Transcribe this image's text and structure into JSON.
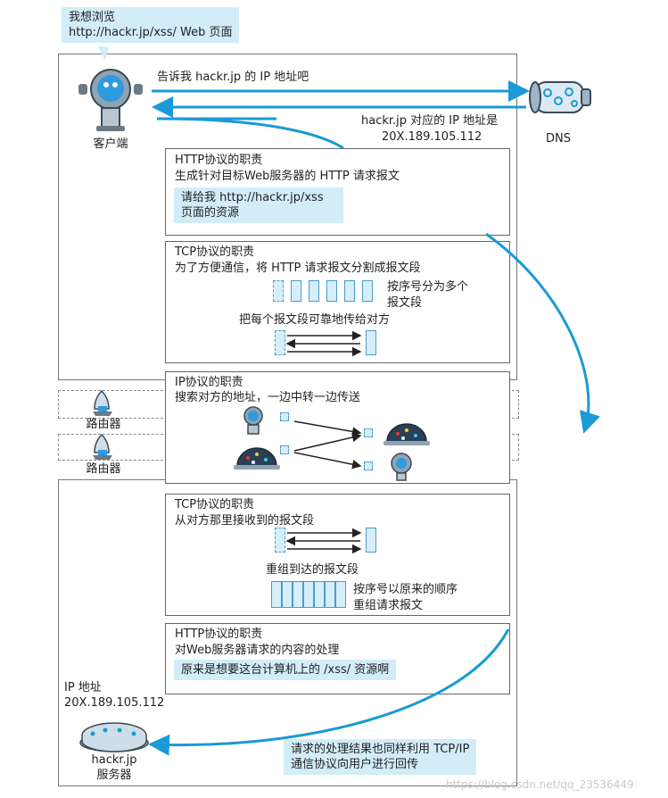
{
  "client": {
    "bubble_line1": "我想浏览",
    "bubble_line2": "http://hackr.jp/xss/ Web 页面",
    "label": "客户端"
  },
  "dns": {
    "label": "DNS",
    "query": "告诉我 hackr.jp 的 IP 地址吧",
    "answer_line1": "hackr.jp 对应的 IP 地址是",
    "answer_line2": "20X.189.105.112"
  },
  "http_client": {
    "title": "HTTP协议的职责",
    "desc": "生成针对目标Web服务器的 HTTP 请求报文",
    "bubble_line1": "请给我 http://hackr.jp/xss",
    "bubble_line2": "页面的资源"
  },
  "tcp_client": {
    "title": "TCP协议的职责",
    "desc": "为了方便通信，将 HTTP 请求报文分割成报文段",
    "seq_line1": "按序号分为多个",
    "seq_line2": "报文段",
    "reliable": "把每个报文段可靠地传给对方"
  },
  "ip": {
    "title": "IP协议的职责",
    "desc": "搜索对方的地址，一边中转一边传送"
  },
  "routers": [
    "路由器",
    "路由器"
  ],
  "tcp_server": {
    "title": "TCP协议的职责",
    "desc": "从对方那里接收到的报文段",
    "reassemble": "重组到达的报文段",
    "order_line1": "按序号以原来的顺序",
    "order_line2": "重组请求报文"
  },
  "http_server": {
    "title": "HTTP协议的职责",
    "desc": "对Web服务器请求的内容的处理",
    "bubble": "原来是想要这台计算机上的 /xss/ 资源啊"
  },
  "server": {
    "ip_label": "IP 地址",
    "ip_value": "20X.189.105.112",
    "name_line1": "hackr.jp",
    "name_line2": "服务器",
    "result_line1": "请求的处理结果也同样利用 TCP/IP",
    "result_line2": "通信协议向用户进行回传"
  },
  "watermark": "https://blog.csdn.net/qq_23536449",
  "colors": {
    "arrow": "#1a9ad6",
    "bubble": "#d2ecf8",
    "segment": "#d6eef9"
  }
}
